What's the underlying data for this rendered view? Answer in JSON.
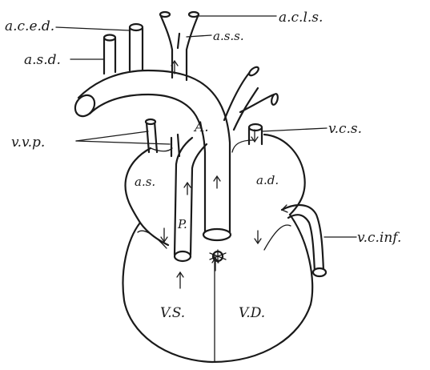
{
  "labels": {
    "aced": "a.c.e.d.",
    "acls": "a.c.l.s.",
    "ass": "a.s.s.",
    "asd": "a.s.d.",
    "vvp": "v.v.p.",
    "vcs": "v.c.s.",
    "A": "A.",
    "as_atrium": "a.s.",
    "ad_atrium": "a.d.",
    "P": "P.",
    "vcinf": "v.c.inf.",
    "VS": "V.S.",
    "VD": "V.D."
  }
}
